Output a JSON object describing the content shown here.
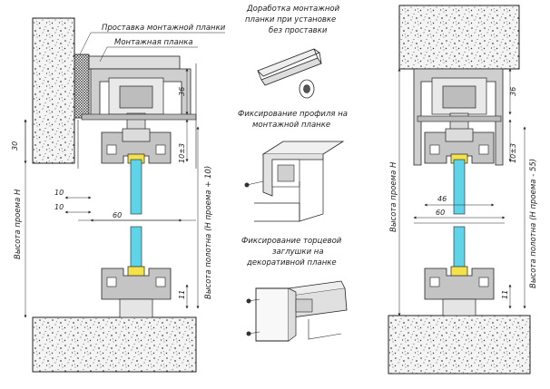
{
  "left_section": {
    "callout_spacer": "Проставка монтажной планки",
    "callout_mount_bar": "Монтажная планка",
    "dim_36": "36",
    "dim_30": "30",
    "dim_10_3": "10±3",
    "dim_10_a": "10",
    "dim_10_b": "10",
    "dim_60": "60",
    "dim_11": "11",
    "label_opening_height": "Высота проема H",
    "label_panel_height": "Высота полотна (H проема + 10)"
  },
  "middle_notes": {
    "note1": [
      "Доработка монтажной",
      "планки при установке",
      "без проставки"
    ],
    "note2": [
      "Фиксирование профиля на",
      "монтажной планке"
    ],
    "note3": [
      "Фиксирование торцевой",
      "заглушки на",
      "декоративной планке"
    ]
  },
  "right_section": {
    "dim_36": "36",
    "dim_10_3": "10±3",
    "dim_46": "46",
    "dim_60": "60",
    "dim_11": "11",
    "label_opening_height": "Высота проема H",
    "label_panel_height": "Высота полотна (H проема - 55)"
  },
  "colors": {
    "glass": "#5fd3e8",
    "seal": "#f5e24a",
    "concrete": "#f2f2f2",
    "profile": "#c8c8c8"
  }
}
